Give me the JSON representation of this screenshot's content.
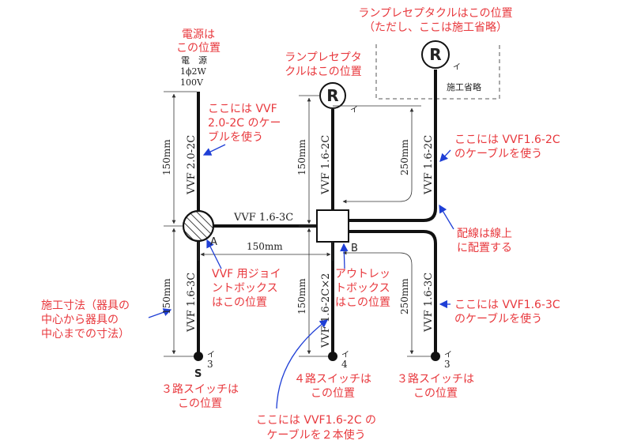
{
  "power": {
    "note_line1": "電源は",
    "note_line2": "この位置",
    "label_line1": "電　源",
    "label_line2": "1ϕ2W",
    "label_line3": "100V"
  },
  "receptacle_main": {
    "symbol": "R",
    "sub": "イ",
    "note_line1": "ランプレセプタ",
    "note_line2": "クルはこの位置"
  },
  "receptacle_omitted": {
    "symbol": "R",
    "sub": "イ",
    "note_line1": "ランプレセプタクルはこの位置",
    "note_line2": "（ただし、ここは施工省略）",
    "omit_label": "施工省略"
  },
  "cables": {
    "power_cable": "VVF 2.0-2C",
    "horizontal_cable": "VVF 1.6-3C",
    "upper_center_cable": "VVF 1.6-2C",
    "right_upper_cable": "VVF 1.6-2C",
    "left_lower_cable": "VVF 1.6-3C",
    "center_lower_cable": "VVF 1.6-2C×2",
    "right_lower_cable": "VVF 1.6-3C"
  },
  "dimensions": {
    "power_vertical": "150mm",
    "center_upper": "150mm",
    "right_upper": "250mm",
    "horizontal": "150mm",
    "left_lower": "150mm",
    "center_lower": "150mm",
    "right_lower": "250mm"
  },
  "boxes": {
    "joint_label": "A",
    "outlet_label": "B"
  },
  "switches": {
    "left_sub": "イ",
    "left_num": "3",
    "left_letter": "S",
    "center_sub": "イ",
    "center_num": "4",
    "right_sub": "イ",
    "right_num": "3"
  },
  "notes": {
    "power_cable_line1": "ここには VVF",
    "power_cable_line2": "2.0-2C のケー",
    "power_cable_line3": "ブルを使う",
    "right_upper_line1": "ここには VVF1.6-2C",
    "right_upper_line2": "のケーブルを使う",
    "bend_line1": "配線は線上",
    "bend_line2": "に配置する",
    "joint_line1": "VVF 用ジョイ",
    "joint_line2": "ントボックス",
    "joint_line3": "はこの位置",
    "outlet_line1": "アウトレッ",
    "outlet_line2": "トボックス",
    "outlet_line3": "はこの位置",
    "dimension_line1": "施工寸法（器具の",
    "dimension_line2": "中心から器具の",
    "dimension_line3": "中心までの寸法）",
    "right_lower_line1": "ここには VVF1.6-3C",
    "right_lower_line2": "のケーブルを使う",
    "sw3_left_line1": "３路スイッチは",
    "sw3_left_line2": "この位置",
    "sw4_line1": "４路スイッチは",
    "sw4_line2": "この位置",
    "sw3_right_line1": "３路スイッチは",
    "sw3_right_line2": "この位置",
    "center_cable_line1": "ここには VVF1.6-2C の",
    "center_cable_line2": "ケーブルを２本使う"
  },
  "colors": {
    "annotation_red": "#e8383d",
    "arrow_blue": "#1f3fd6",
    "wire_black": "#111111"
  }
}
